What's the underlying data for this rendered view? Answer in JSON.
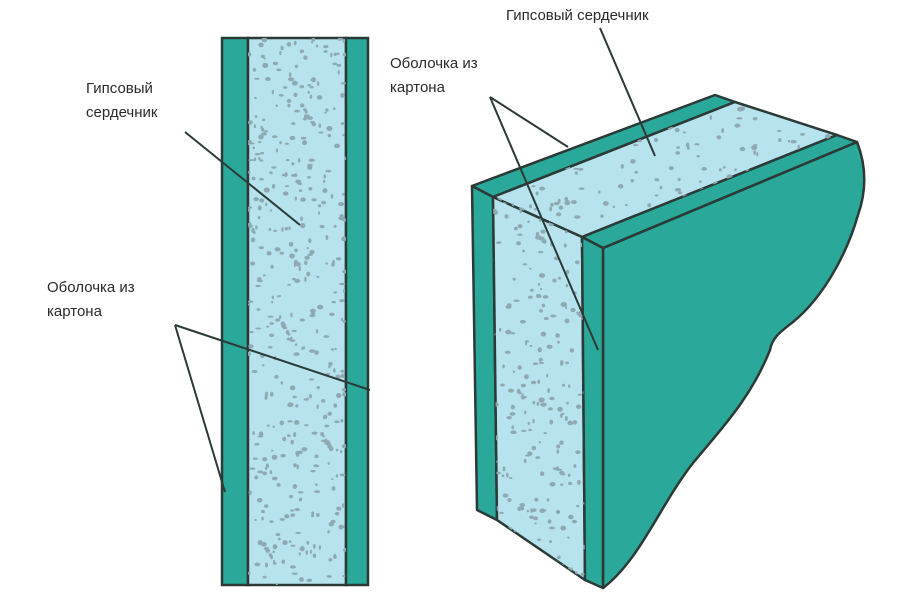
{
  "labels": {
    "left_core_line1": "Гипсовый",
    "left_core_line2": "сердечник",
    "left_shell_line1": "Оболочка из",
    "left_shell_line2": "картона",
    "right_core": "Гипсовый сердечник",
    "right_shell_line1": "Оболочка из",
    "right_shell_line2": "картона"
  },
  "colors": {
    "cardboard": "#2aa89a",
    "gypsum_core": "#b7e3ee",
    "gypsum_dots": "#8fa9b3",
    "outline": "#2b3a36"
  }
}
